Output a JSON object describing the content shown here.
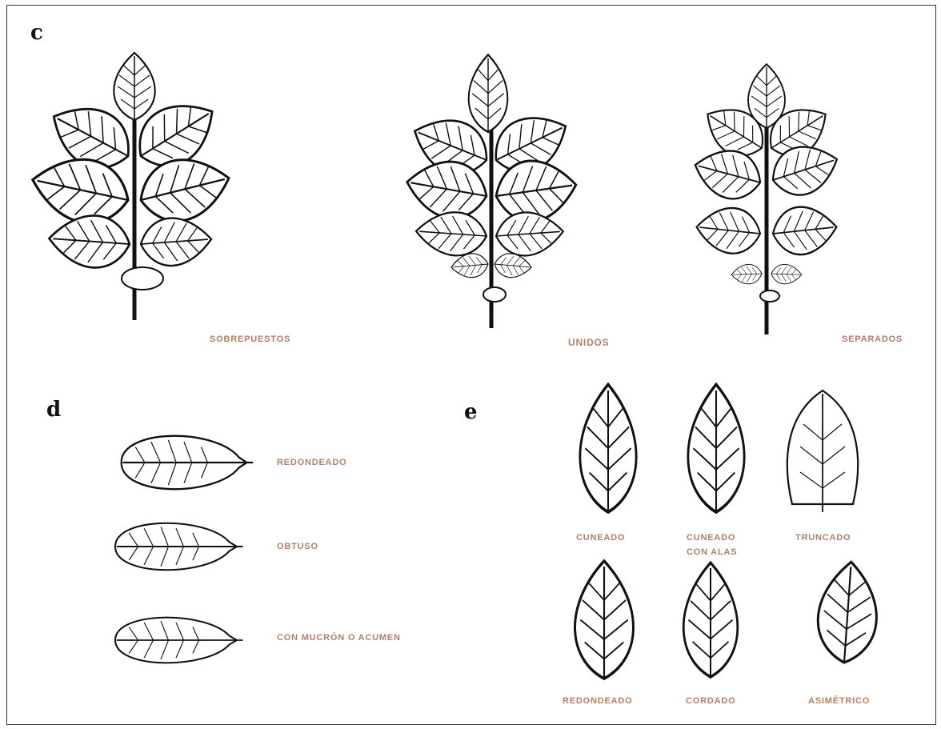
{
  "panels": {
    "c": {
      "letter": "c",
      "labels": [
        "SOBREPUESTOS",
        "UNIDOS",
        "SEPARADOS"
      ]
    },
    "d": {
      "letter": "d",
      "labels": [
        "REDONDEADO",
        "OBTUSO",
        "CON MUCRÓN O ACUMEN"
      ]
    },
    "e": {
      "letter": "e",
      "labels": [
        "CUNEADO",
        "CUNEADO",
        "CON ALAS",
        "TRUNCADO",
        "REDONDEADO",
        "CORDADO",
        "ASIMÉTRICO"
      ]
    }
  },
  "colors": {
    "label": "#b0806a",
    "ink": "#111111",
    "border": "#333333"
  }
}
